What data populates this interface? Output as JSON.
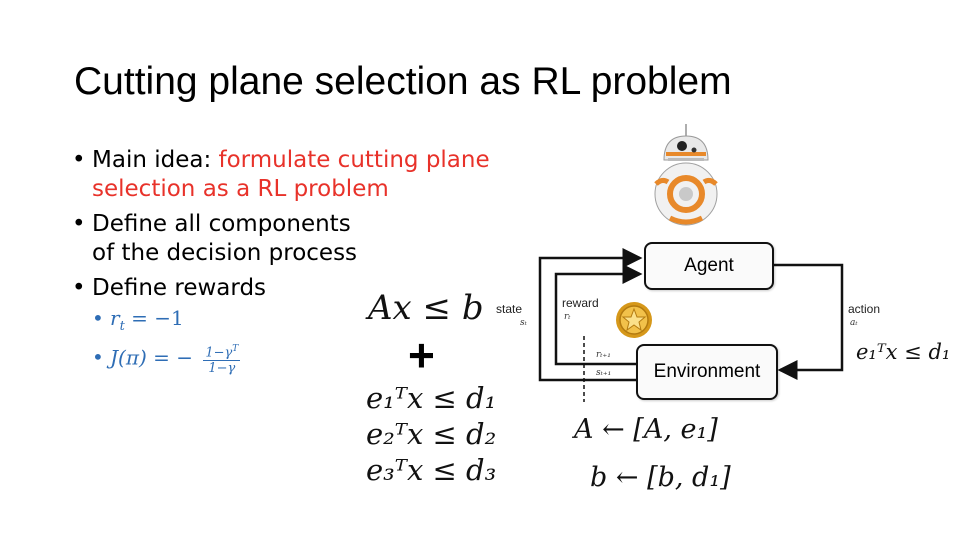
{
  "slide": {
    "title": "Cutting plane selection as RL problem",
    "bullets": {
      "main_idea_label": "Main idea:",
      "main_idea_highlight_line1": "formulate cutting plane",
      "main_idea_highlight_line2": "selection as a RL problem",
      "components_line1": "Define all components",
      "components_line2": "of the decision process",
      "rewards": "Define rewards"
    },
    "sub_bullets": {
      "reward_eq_lhs": "r",
      "reward_eq_sub": "t",
      "reward_eq_rhs": " = −1",
      "objective_lhs": "J(π) = −",
      "objective_num": "1−γ",
      "objective_num_sup": "T",
      "objective_den": "1−γ"
    },
    "math": {
      "constraint_main": "Ax ≤ b",
      "plus": "+",
      "cut_1": "e₁ᵀx ≤ d₁",
      "cut_2": "e₂ᵀx ≤ d₂",
      "cut_3": "e₃ᵀx ≤ d₃",
      "action_cut": "e₁ᵀx ≤ d₁",
      "update_A": "A ← [A, e₁]",
      "update_b": "b ← [b, d₁]"
    },
    "rl_diagram": {
      "agent_label": "Agent",
      "environment_label": "Environment",
      "state_label": "state",
      "state_sub": "sₜ",
      "reward_label": "reward",
      "reward_sub": "rₜ",
      "action_label": "action",
      "action_sub": "aₜ",
      "next_reward": "rₜ₊₁",
      "next_state": "sₜ₊₁"
    },
    "colors": {
      "highlight": "#e8322a",
      "sub_bullet": "#2e6db5",
      "robot_orange": "#e8892a",
      "coin_gold": "#e0a419"
    }
  }
}
